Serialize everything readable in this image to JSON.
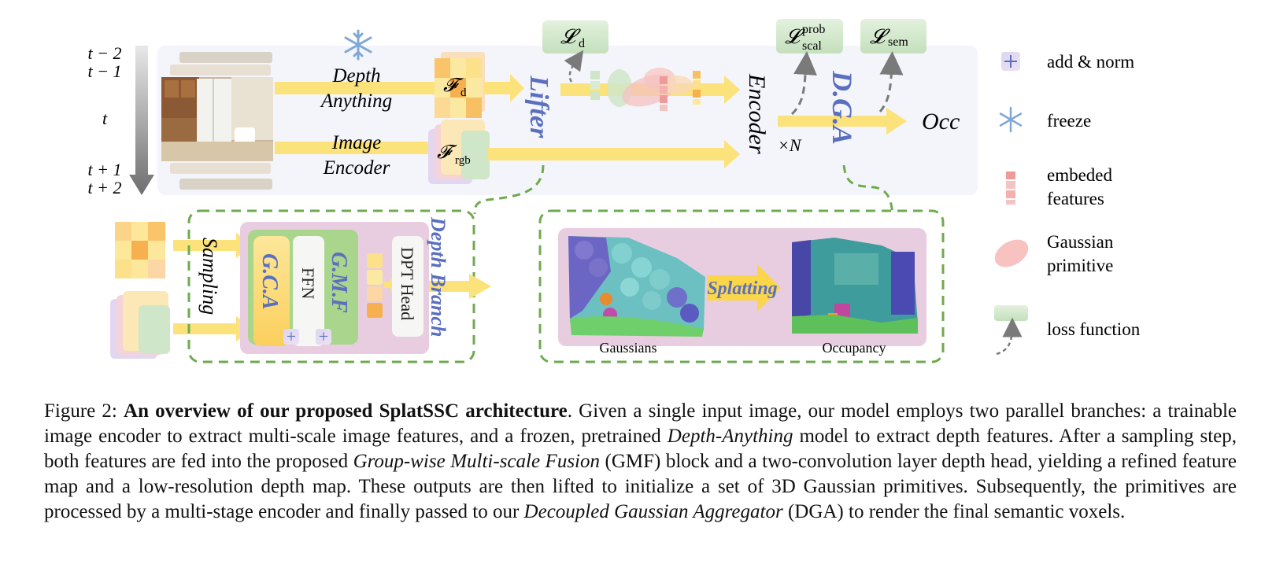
{
  "timeline": {
    "labels": [
      "t − 2",
      "t − 1",
      "t",
      "t + 1",
      "t + 2"
    ]
  },
  "top_branch": {
    "depth_model_line1": "Depth",
    "depth_model_line2": "Anything",
    "image_encoder_line1": "Image",
    "image_encoder_line2": "Encoder",
    "feat_d_symbol": "𝓕",
    "feat_d_sub": "d",
    "feat_rgb_symbol": "𝓕",
    "feat_rgb_sub": "rgb",
    "lifter": "Lifter",
    "encoder": "Encoder",
    "times_n": "×N",
    "dga": "D.G.A",
    "occ": "Occ",
    "loss_d_symbol": "𝓛",
    "loss_d_sub": "d",
    "loss_scal_symbol": "𝓛",
    "loss_scal_sup": "prob",
    "loss_scal_sub": "scal",
    "loss_sem_symbol": "𝓛",
    "loss_sem_sub": "sem"
  },
  "bottom_left": {
    "sampling": "Sampling",
    "gca": "G.C.A",
    "ffn": "FFN",
    "gmf": "G.M.F",
    "dpt_head": "DPT Head",
    "depth_branch": "Depth Branch",
    "plus": "+"
  },
  "bottom_right": {
    "splatting": "Splatting",
    "gaussians": "Gaussians",
    "occupancy": "Occupancy"
  },
  "legend": {
    "items": [
      {
        "icon": "add-norm-icon",
        "label_lines": [
          "add & norm"
        ]
      },
      {
        "icon": "snowflake-icon",
        "label_lines": [
          "freeze"
        ]
      },
      {
        "icon": "embedded-features-icon",
        "label_lines": [
          "embeded",
          "features"
        ]
      },
      {
        "icon": "gaussian-ellipse-icon",
        "label_lines": [
          "Gaussian",
          "primitive"
        ]
      },
      {
        "icon": "loss-function-icon",
        "label_lines": [
          "loss function"
        ]
      }
    ]
  },
  "caption": {
    "prefix": "Figure 2: ",
    "title": "An overview of our proposed SplatSSC architecture",
    "t1": ". Given a single input image, our model employs two parallel branches: a trainable image encoder to extract multi-scale image features, and a frozen, pretrained ",
    "i1": "Depth-Anything",
    "t2": " model to extract depth features. After a sampling step, both features are fed into the proposed ",
    "i2": "Group-wise Multi-scale Fusion",
    "t3": " (GMF) block and a two-convolution layer depth head, yielding a refined feature map and a low-resolution depth map. These outputs are then lifted to initialize a set of 3D Gaussian primitives. Subsequently, the primitives are processed by a multi-stage encoder and finally passed to our ",
    "i3": "Decoupled Gaussian Aggregator",
    "t4": " (DGA) to render the final semantic voxels."
  },
  "colors": {
    "arrow_yellow": "#fbe27a",
    "panel_bg": "#f4f5fb",
    "purple_block": "#e8cde0",
    "green_block": "#a9d58c",
    "dashed_green": "#6faa4f",
    "loss_green": "#cfe6c9",
    "accent_blue": "#5b6fbf"
  }
}
